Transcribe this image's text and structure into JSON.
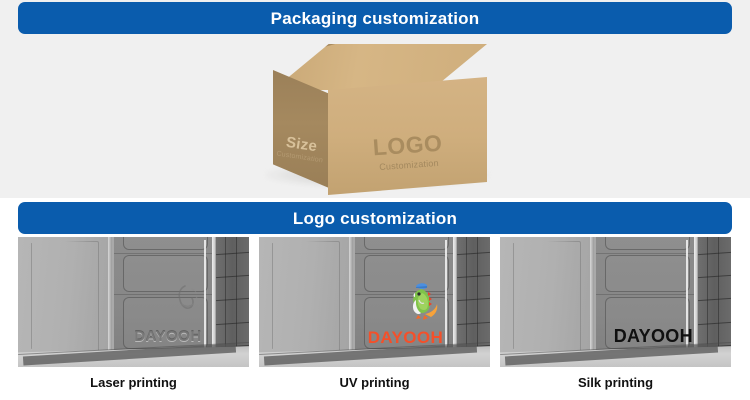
{
  "sections": {
    "packaging": {
      "banner_label": "Packaging customization",
      "carton": {
        "left_face_title": "Size",
        "left_face_subtitle": "Customization",
        "front_face_title": "LOGO",
        "front_face_subtitle": "Customization"
      }
    },
    "logo": {
      "banner_label": "Logo customization",
      "panels": [
        {
          "caption": "Laser printing",
          "logo_text": "DAYOOH",
          "logo_style": "engraved-gray",
          "logo_color": "#767676",
          "mark": "laser-engraved-logo"
        },
        {
          "caption": "UV printing",
          "logo_text": "DAYOOH",
          "logo_style": "full-color-print",
          "logo_color": "#f4502a",
          "mark": "dinosaur-mascot-logo"
        },
        {
          "caption": "Silk printing",
          "logo_text": "DAYOOH",
          "logo_style": "solid-black-print",
          "logo_color": "#101010",
          "mark": "silk-screen-logo"
        }
      ]
    }
  },
  "colors": {
    "banner_blue": "#0a5cad",
    "section_background": "#f0f0f0",
    "page_background": "#ffffff",
    "carton_front": "#cfae7d",
    "carton_left": "#9b8059",
    "carton_top": "#d2b281",
    "panel_gray": "#8c8c8c"
  }
}
